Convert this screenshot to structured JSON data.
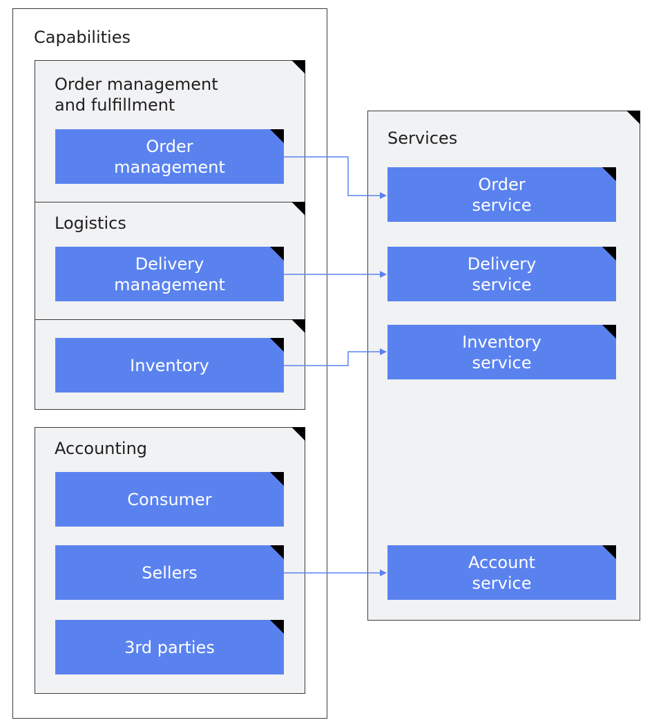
{
  "capabilities": {
    "title": "Capabilities",
    "groups": {
      "order": {
        "title": "Order management\nand fulfillment",
        "box": "Order\nmanagement"
      },
      "logistics": {
        "title": "Logistics",
        "box": "Delivery\nmanagement"
      },
      "inventory": {
        "box": "Inventory"
      },
      "accounting": {
        "title": "Accounting",
        "boxes": [
          "Consumer",
          "Sellers",
          "3rd parties"
        ]
      }
    }
  },
  "services": {
    "title": "Services",
    "boxes": [
      "Order\nservice",
      "Delivery\nservice",
      "Inventory\nservice",
      "Account\nservice"
    ]
  },
  "colors": {
    "box": "#5a82ef",
    "arrow": "#5a82ef",
    "group_bg": "#f1f2f4",
    "border": "#3a3a3a"
  }
}
